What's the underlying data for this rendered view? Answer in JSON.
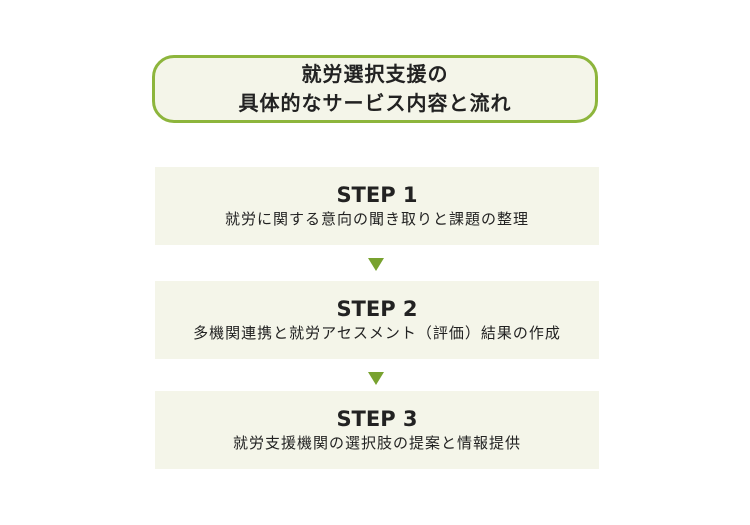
{
  "title": {
    "line1": "就労選択支援の",
    "line2": "具体的なサービス内容と流れ"
  },
  "steps": [
    {
      "label": "STEP 1",
      "desc": "就労に関する意向の聞き取りと課題の整理"
    },
    {
      "label": "STEP 2",
      "desc": "多機関連携と就労アセスメント（評価）結果の作成"
    },
    {
      "label": "STEP 3",
      "desc": "就労支援機関の選択肢の提案と情報提供"
    }
  ],
  "colors": {
    "accent": "#8db53c",
    "box": "#f4f5e9",
    "arrow": "#78a22f"
  }
}
